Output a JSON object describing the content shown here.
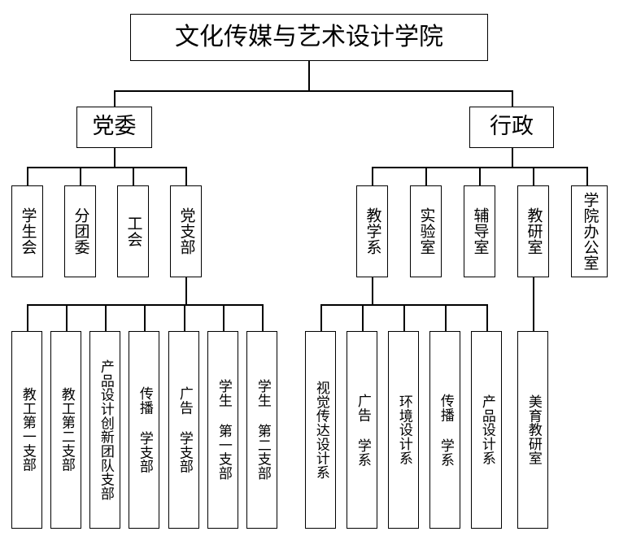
{
  "chart_title": "文化传媒与艺术设计学院",
  "root": {
    "label": "文化传媒与艺术设计学院"
  },
  "level2": {
    "party": {
      "label": "党委"
    },
    "admin": {
      "label": "行政"
    }
  },
  "party_units": [
    {
      "label": "学生会"
    },
    {
      "label": "分团委"
    },
    {
      "label": "工会"
    },
    {
      "label": "党支部"
    }
  ],
  "admin_units": [
    {
      "label": "教学系"
    },
    {
      "label": "实验室"
    },
    {
      "label": "辅导室"
    },
    {
      "label": "教研室"
    },
    {
      "label": "学院办公室"
    }
  ],
  "party_branches": [
    {
      "label": "教工第一支部"
    },
    {
      "label": "教工第二支部"
    },
    {
      "label": "产品设计创新团队支部"
    },
    {
      "label": "传播 学支部"
    },
    {
      "label": "广告 学支部"
    },
    {
      "label": "学生 第一支部"
    },
    {
      "label": "学生 第二支部"
    }
  ],
  "departments": [
    {
      "label": "视觉传达设计系"
    },
    {
      "label": "广告 学系"
    },
    {
      "label": "环境设计系"
    },
    {
      "label": "传播 学系"
    },
    {
      "label": "产品设计系"
    }
  ],
  "research_offices": [
    {
      "label": "美育教研室"
    }
  ],
  "colors": {
    "background": "#ffffff",
    "box_border": "#000000",
    "text": "#000000",
    "connector": "#000000"
  }
}
